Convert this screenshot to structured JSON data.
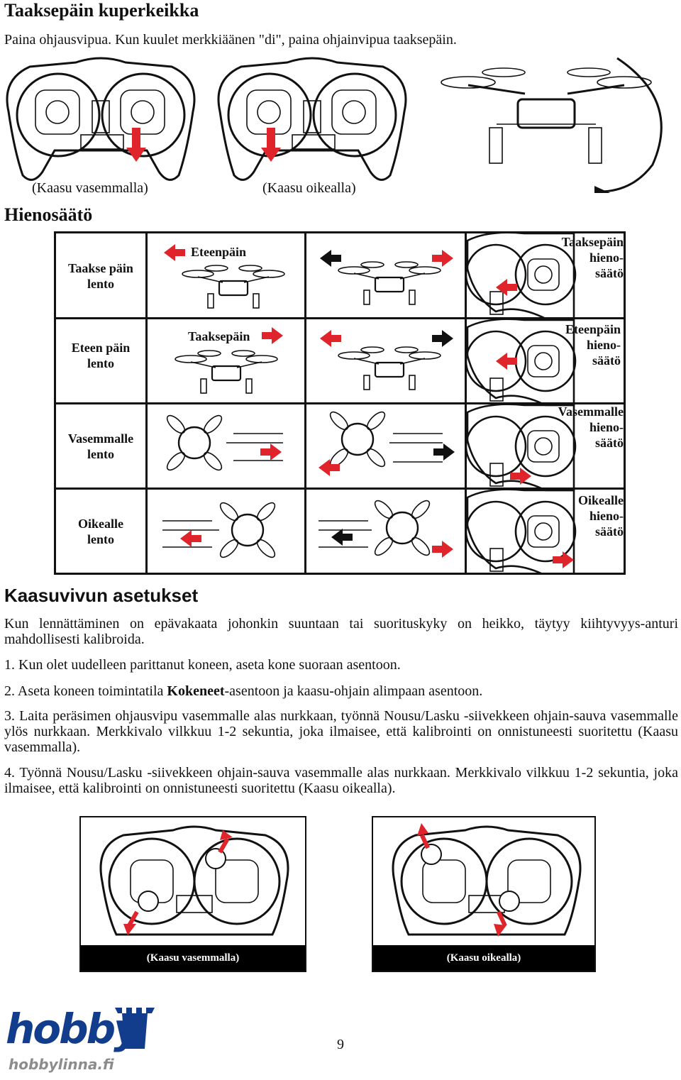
{
  "flip": {
    "heading": "Taaksepäin kuperkeikka",
    "instruction": "Paina ohjausvipua. Kun kuulet merkkiäänen \"di\", paina ohjainvipua taaksepäin.",
    "caption_left": "(Kaasu vasemmalla)",
    "caption_right": "(Kaasu oikealla)"
  },
  "trim": {
    "heading": "Hienosäätö",
    "rows": [
      {
        "flight": "Taakse päin\nlento",
        "move": "Eteenpäin",
        "trim": "Taaksepäin\nhieno-\nsäätö"
      },
      {
        "flight": "Eteen päin\nlento",
        "move": "Taaksepäin",
        "trim": "Eteenpäin\nhieno-\nsäätö"
      },
      {
        "flight": "Vasemmalle\nlento",
        "move": "",
        "trim": "Vasemmalle\nhieno-\nsäätö"
      },
      {
        "flight": "Oikealle\nlento",
        "move": "",
        "trim": "Oikealle\nhieno-\nsäätö"
      }
    ]
  },
  "throttle": {
    "heading": "Kaasuvivun asetukset",
    "intro": "Kun lennättäminen on epävakaata johonkin suuntaan tai suorituskyky on heikko, täytyy kiihtyvyys-anturi mahdollisesti kalibroida.",
    "step1": "1. Kun olet uudelleen parittanut koneen, aseta kone suoraan asentoon.",
    "step2_pre": "2. Aseta koneen toimintatila ",
    "step2_bold": "Kokeneet",
    "step2_post": "-asentoon ja kaasu-ohjain alimpaan asentoon.",
    "step3": "3. Laita peräsimen ohjausvipu vasemmalle alas nurkkaan, työnnä Nousu/Lasku -siivekkeen ohjain-sauva vasemmalle ylös nurkkaan. Merkkivalo vilkkuu 1-2 sekuntia, joka ilmaisee, että kalibrointi on onnistuneesti suoritettu (Kaasu vasemmalla).",
    "step4": "4. Työnnä Nousu/Lasku -siivekkeen ohjain-sauva vasemmalle alas nurkkaan. Merkkivalo vilkkuu 1-2 sekuntia, joka ilmaisee, että kalibrointi on onnistuneesti suoritettu (Kaasu oikealla).",
    "banner_left": "(Kaasu vasemmalla)",
    "banner_right": "(Kaasu oikealla)"
  },
  "footer": {
    "logo_text": "hobby",
    "logo_url": "hobbylinna.fi",
    "page_number": "9"
  },
  "colors": {
    "arrow_red": "#e0242b",
    "logo_blue": "#123c8c",
    "logo_grey": "#8c8c8c"
  }
}
